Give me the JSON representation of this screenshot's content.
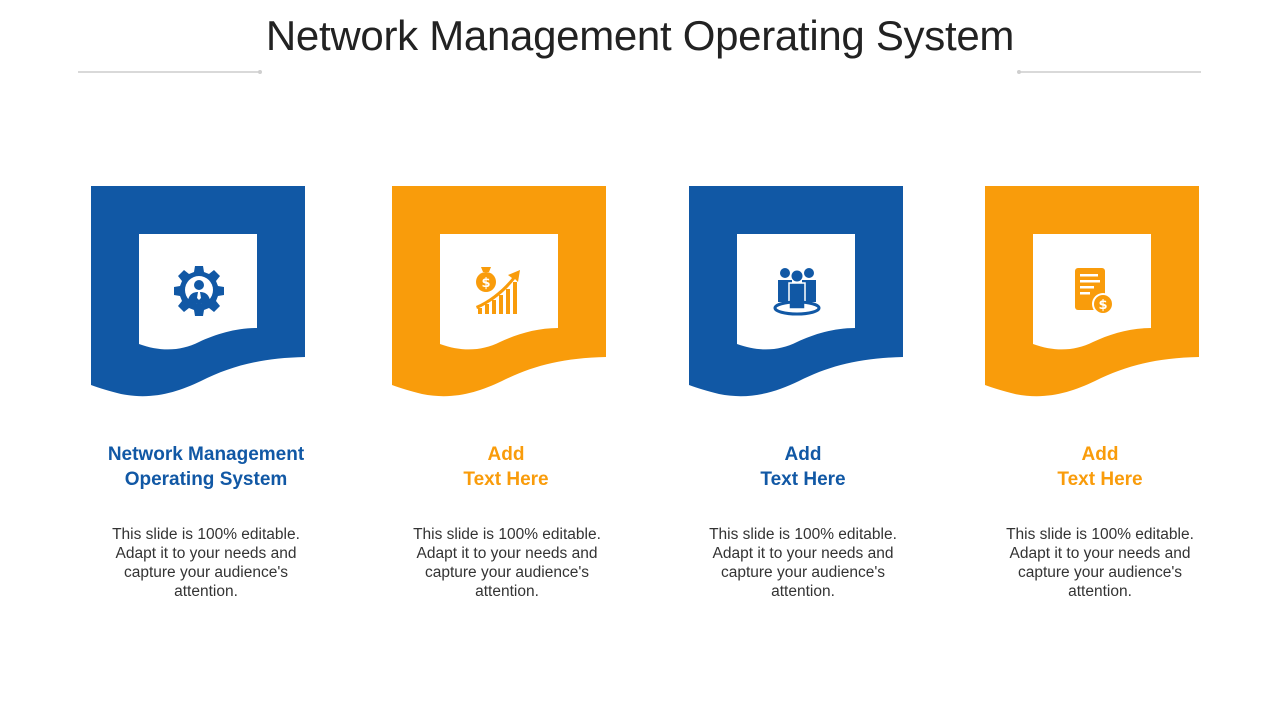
{
  "title": "Network Management Operating System",
  "colors": {
    "blue": "#1158A5",
    "orange": "#F99C0B",
    "title_text": "#222222",
    "body_text": "#333333",
    "rule": "#D9D9D9"
  },
  "cards": [
    {
      "color": "blue",
      "icon": "gear-person-icon",
      "heading": "Network Management\nOperating System",
      "description": "This slide is 100% editable. Adapt it to your needs and capture your audience's attention."
    },
    {
      "color": "orange",
      "icon": "money-bag-growth-chart-icon",
      "heading": "Add\nText Here",
      "description": "This slide is 100% editable. Adapt it to your needs and capture your audience's attention."
    },
    {
      "color": "blue",
      "icon": "team-group-icon",
      "heading": "Add\nText Here",
      "description": "This slide is 100% editable. Adapt it to your needs and capture your audience's attention."
    },
    {
      "color": "orange",
      "icon": "invoice-dollar-icon",
      "heading": "Add\nText Here",
      "description": "This slide is 100% editable. Adapt it to your needs and capture your audience's attention."
    }
  ]
}
